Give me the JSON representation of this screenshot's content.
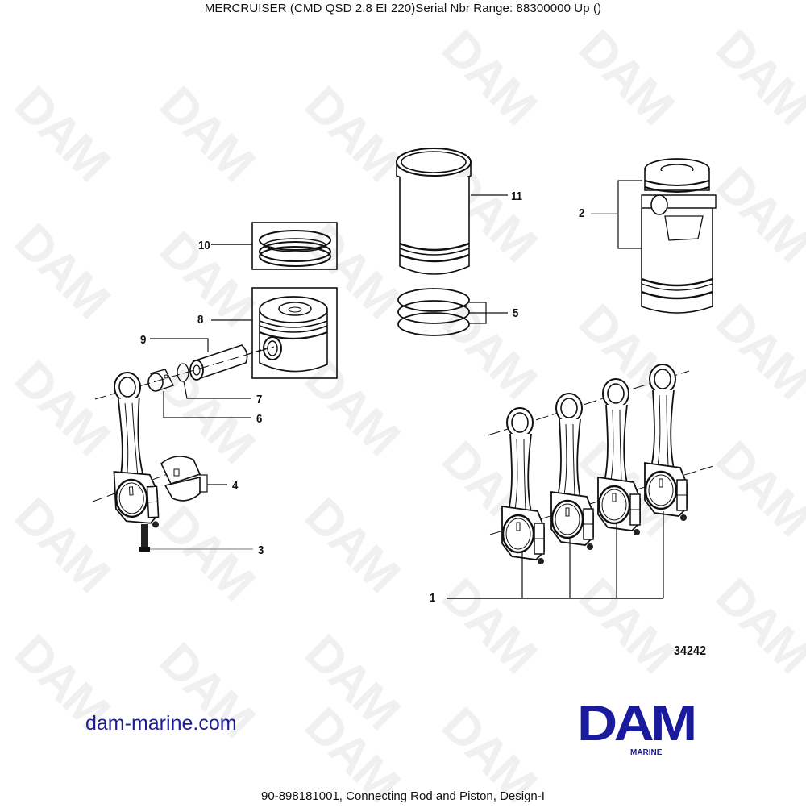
{
  "header": {
    "title": "MERCRUISER (CMD QSD 2.8 EI 220)Serial Nbr Range: 88300000  Up ()"
  },
  "footer": {
    "title": "90-898181001, Connecting Rod and Piston, Design-I"
  },
  "diagram": {
    "figure_number": "34242",
    "callouts": [
      {
        "id": "1",
        "label": "1",
        "part": "connecting-rod-set"
      },
      {
        "id": "2",
        "label": "2",
        "part": "piston-and-liner-kit"
      },
      {
        "id": "3",
        "label": "3",
        "part": "connecting-rod-bolt"
      },
      {
        "id": "4",
        "label": "4",
        "part": "rod-bearing-shells"
      },
      {
        "id": "5",
        "label": "5",
        "part": "liner-o-rings"
      },
      {
        "id": "6",
        "label": "6",
        "part": "small-end-bushing"
      },
      {
        "id": "7",
        "label": "7",
        "part": "piston-pin-circlip"
      },
      {
        "id": "8",
        "label": "8",
        "part": "piston"
      },
      {
        "id": "9",
        "label": "9",
        "part": "piston-pin"
      },
      {
        "id": "10",
        "label": "10",
        "part": "piston-ring-set"
      },
      {
        "id": "11",
        "label": "11",
        "part": "cylinder-liner"
      }
    ]
  },
  "branding": {
    "website": "dam-marine.com",
    "logo_text": "DAM",
    "logo_subtext": "MARINE",
    "watermark_text": "DAM",
    "brand_color": "#1a1a9e",
    "link_color": "#1c1c96",
    "watermark_color": "#f0f0f0"
  }
}
